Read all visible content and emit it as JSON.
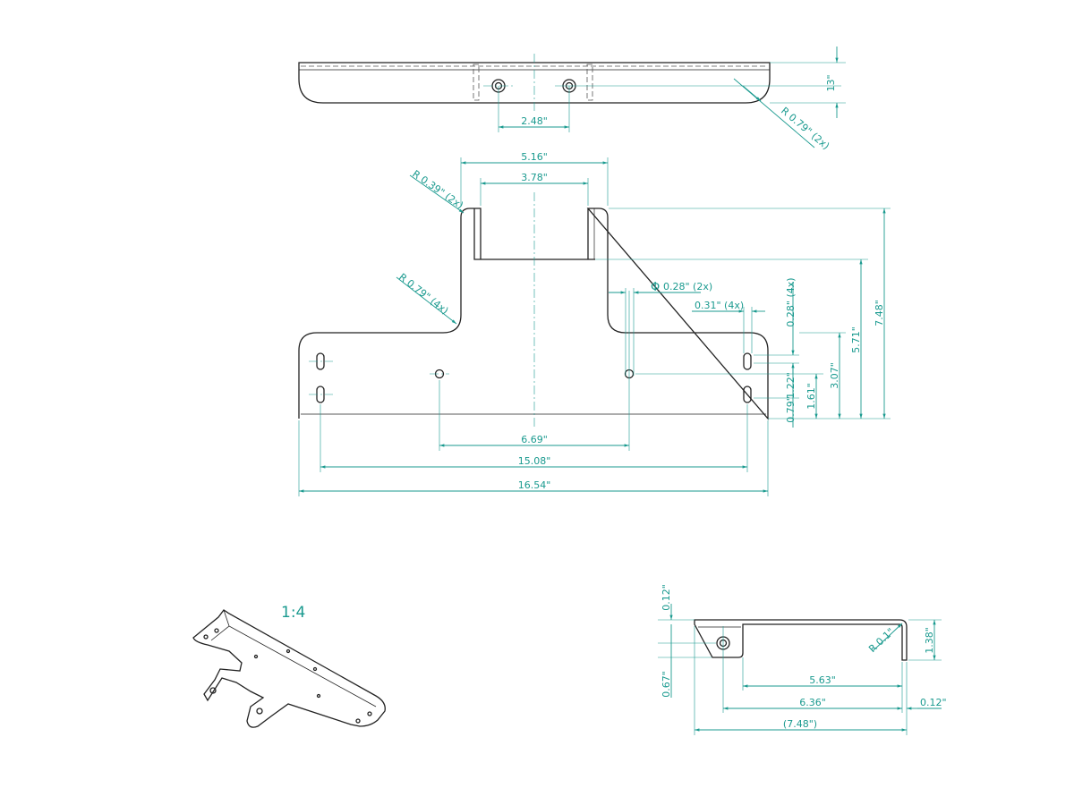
{
  "drawing": {
    "scale_label": "1:4",
    "accent_color": "#1a9a8f",
    "top_view": {
      "hole_spacing": "2.48\"",
      "height": "13\"",
      "corner_radius": "R 0.79\" (2x)"
    },
    "front_view": {
      "overall_width": "16.54\"",
      "slot_spacing": "15.08\"",
      "hole_spacing": "6.69\"",
      "tab_outer_width": "5.16\"",
      "tab_inner_width": "3.78\"",
      "tab_radius": "R 0.39\" (2x)",
      "fillet_radius": "R 0.79\" (4x)",
      "hole_diameter": "0.28\" (2x)",
      "diameter_symbol": "Φ",
      "slot_width": "0.31\" (4x)",
      "slot_length": "0.28\" (4x)",
      "overall_height": "7.48\"",
      "flange_height": "5.71\"",
      "body_height": "3.07\"",
      "hole_height": "1.61\"",
      "slot_pitch": "1.22\"",
      "slot_bottom": "0.79\""
    },
    "side_view": {
      "thickness_top": "0.12\"",
      "tab_height": "0.67\"",
      "d1": "5.63\"",
      "d2": "6.36\"",
      "overall": "(7.48\")",
      "thickness_right": "0.12\"",
      "flange": "1.38\"",
      "bend_radius": "R 0.1\""
    }
  }
}
